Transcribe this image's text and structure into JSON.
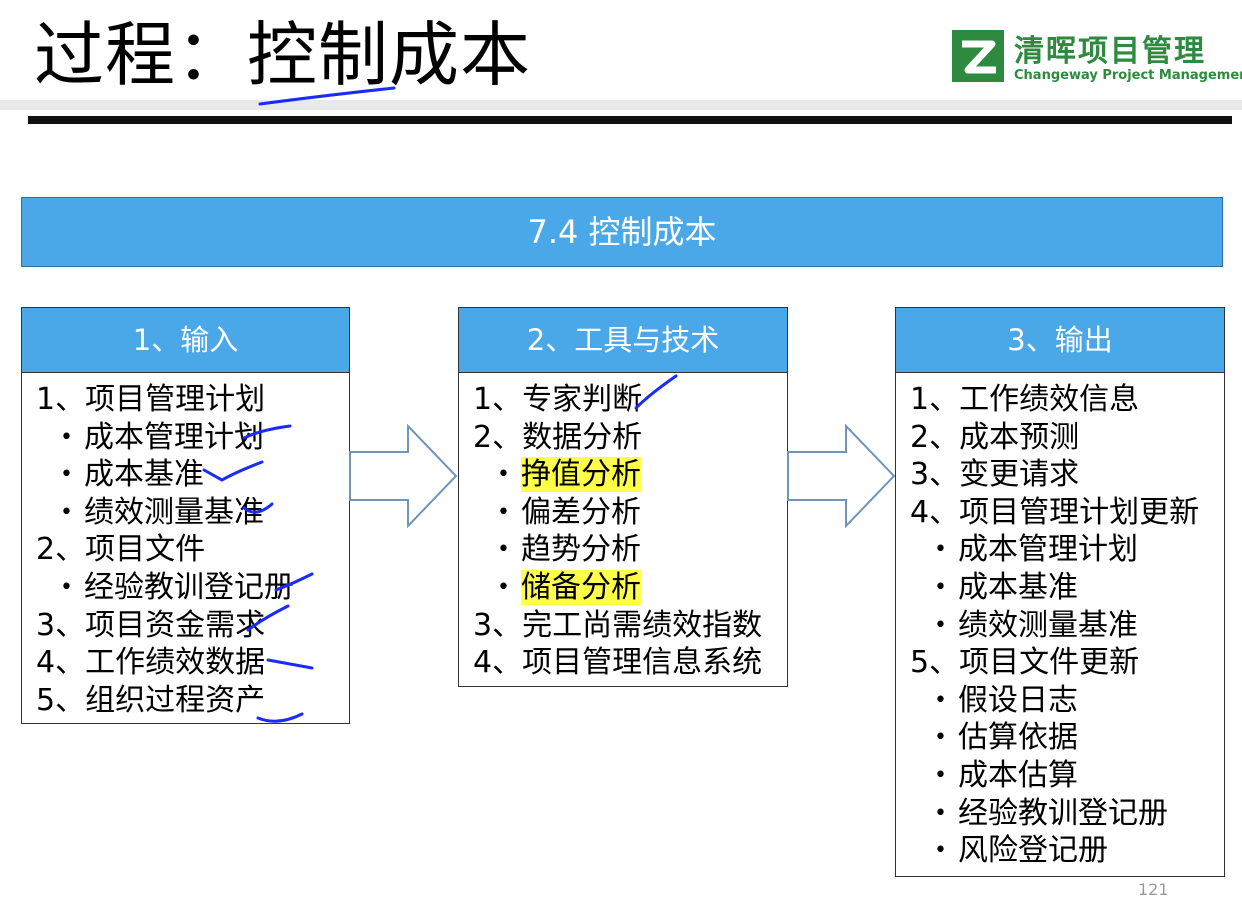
{
  "title": "过程：控制成本",
  "logo": {
    "name_cn": "清晖项目管理",
    "name_en": "Changeway Project Management"
  },
  "banner": "7.4 控制成本",
  "inputs": {
    "header": "1、输入",
    "items": [
      {
        "text": "1、项目管理计划",
        "sub": false
      },
      {
        "text": "成本管理计划",
        "sub": true
      },
      {
        "text": "成本基准",
        "sub": true
      },
      {
        "text": "绩效测量基准",
        "sub": true
      },
      {
        "text": "2、项目文件",
        "sub": false
      },
      {
        "text": "经验教训登记册",
        "sub": true
      },
      {
        "text": "3、项目资金需求",
        "sub": false
      },
      {
        "text": "4、工作绩效数据",
        "sub": false
      },
      {
        "text": "5、组织过程资产",
        "sub": false
      }
    ]
  },
  "tools": {
    "header": "2、工具与技术",
    "items": [
      {
        "text": "1、专家判断",
        "sub": false
      },
      {
        "text": "2、数据分析",
        "sub": false
      },
      {
        "text": "挣值分析",
        "sub": true,
        "highlight": true
      },
      {
        "text": "偏差分析",
        "sub": true
      },
      {
        "text": "趋势分析",
        "sub": true
      },
      {
        "text": "储备分析",
        "sub": true,
        "highlight": true
      },
      {
        "text": "3、完工尚需绩效指数",
        "sub": false
      },
      {
        "text": "4、项目管理信息系统",
        "sub": false
      }
    ]
  },
  "outputs": {
    "header": "3、输出",
    "items": [
      {
        "text": "1、工作绩效信息",
        "sub": false
      },
      {
        "text": "2、成本预测",
        "sub": false
      },
      {
        "text": "3、变更请求",
        "sub": false
      },
      {
        "text": "4、项目管理计划更新",
        "sub": false
      },
      {
        "text": "成本管理计划",
        "sub": true
      },
      {
        "text": "成本基准",
        "sub": true
      },
      {
        "text": "绩效测量基准",
        "sub": true
      },
      {
        "text": "5、项目文件更新",
        "sub": false
      },
      {
        "text": "假设日志",
        "sub": true
      },
      {
        "text": "估算依据",
        "sub": true
      },
      {
        "text": "成本估算",
        "sub": true
      },
      {
        "text": "经验教训登记册",
        "sub": true
      },
      {
        "text": "风险登记册",
        "sub": true
      }
    ]
  },
  "bullet_glyph": "•",
  "page_number": "121",
  "colors": {
    "header_blue": "#4aa8e8",
    "highlight_yellow": "#ffff4a",
    "logo_green": "#2d8a3e",
    "ink_annotation": "#1a2bff"
  },
  "icons": {
    "arrow": "outlined-right-arrow",
    "logo": "changeway-logo-mark"
  }
}
